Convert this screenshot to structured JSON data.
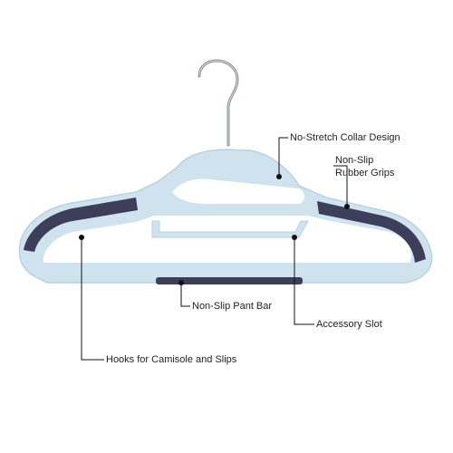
{
  "callouts": {
    "collar": "No-Stretch Collar Design",
    "grips_line1": "Non-Slip",
    "grips_line2": "Rubber Grips",
    "pant_bar": "Non-Slip Pant Bar",
    "accessory_slot": "Accessory Slot",
    "hooks": "Hooks for Camisole and Slips"
  },
  "colors": {
    "hanger_body": "#cfe3ee",
    "hanger_edge": "#b9d2e0",
    "rubber": "#3d3e5a",
    "hook_metal": "#8a8f96",
    "leader_line": "#111111"
  }
}
